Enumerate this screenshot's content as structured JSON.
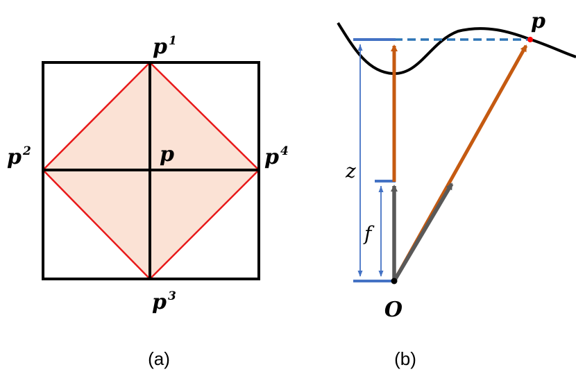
{
  "colors": {
    "outline": "#000000",
    "diamond_stroke": "#e8191a",
    "diamond_fill": "#fbe2d5",
    "blue": "#4472c4",
    "blue_dash": "#2e75b6",
    "orange": "#c55a11",
    "gray": "#595959",
    "point": "#ff0000"
  },
  "panel_a": {
    "caption": "(a)",
    "center": {
      "base": "p",
      "sup": ""
    },
    "top": {
      "base": "p",
      "sup": "1"
    },
    "left": {
      "base": "p",
      "sup": "2"
    },
    "bottom": {
      "base": "p",
      "sup": "3"
    },
    "right": {
      "base": "p",
      "sup": "4"
    }
  },
  "panel_b": {
    "caption": "(b)",
    "point_label": "p",
    "origin_label": "O",
    "depth_label": "z",
    "focal_label": "f"
  }
}
